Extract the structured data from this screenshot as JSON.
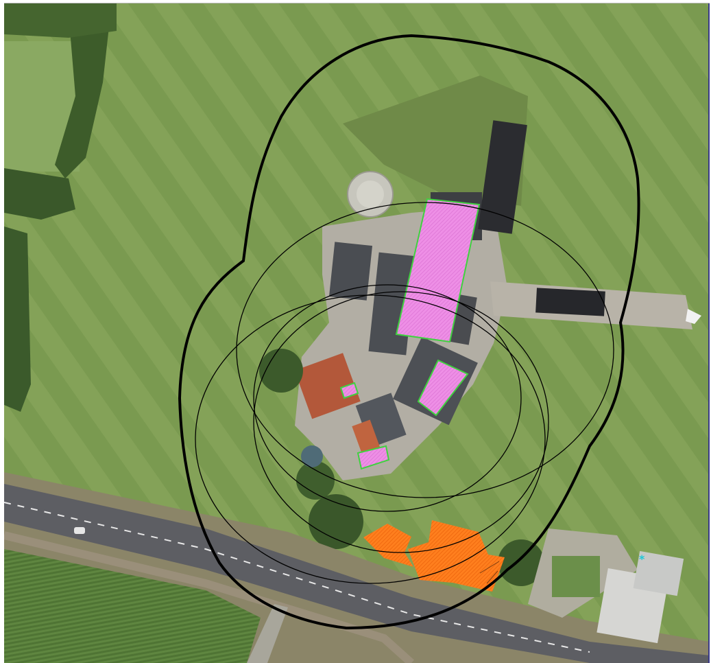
{
  "map": {
    "view": "aerial imagery",
    "basemap_colors": {
      "grass": "#7a9a50",
      "grass_light": "#8fae62",
      "trees": "#3f5f2c",
      "yard": "#b4b0a4",
      "road": "#5d5e63",
      "roof_dark": "#4a4d52",
      "roof_tile": "#b3583a"
    },
    "overlays": {
      "buffer_outline_color": "#000000",
      "buildings_pink": {
        "fill": "#ee8fe6",
        "edge": "#3fd23f",
        "count": 4
      },
      "buildings_orange": {
        "fill": "#ff7f1e",
        "count": 2
      },
      "thin_circles": 4,
      "thick_buffer": 1
    },
    "markers": [
      {
        "name": "cyan-asterisk",
        "color": "#21c8d8",
        "glyph": "*"
      }
    ]
  }
}
